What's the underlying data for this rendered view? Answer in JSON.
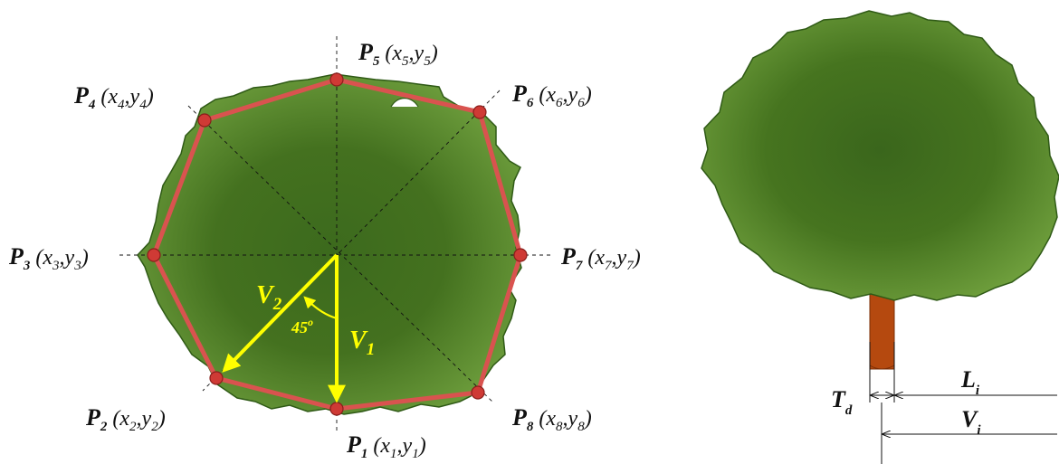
{
  "left_figure": {
    "points": [
      {
        "id": "p1",
        "name": "P",
        "sub": "1",
        "coord": "(x",
        "xs": "1",
        "sep": ",y",
        "ys": "1",
        "close": ")"
      },
      {
        "id": "p2",
        "name": "P",
        "sub": "2",
        "coord": "(x",
        "xs": "2",
        "sep": ",y",
        "ys": "2",
        "close": ")"
      },
      {
        "id": "p3",
        "name": "P",
        "sub": "3",
        "coord": "(x",
        "xs": "3",
        "sep": ",y",
        "ys": "3",
        "close": ")"
      },
      {
        "id": "p4",
        "name": "P",
        "sub": "4",
        "coord": "(x",
        "xs": "4",
        "sep": ",y",
        "ys": "4",
        "close": ")"
      },
      {
        "id": "p5",
        "name": "P",
        "sub": "5",
        "coord": "(x",
        "xs": "5",
        "sep": ",y",
        "ys": "5",
        "close": ")"
      },
      {
        "id": "p6",
        "name": "P",
        "sub": "6",
        "coord": "(x",
        "xs": "6",
        "sep": ",y",
        "ys": "6",
        "close": ")"
      },
      {
        "id": "p7",
        "name": "P",
        "sub": "7",
        "coord": "(x",
        "xs": "7",
        "sep": ",y",
        "ys": "7",
        "close": ")"
      },
      {
        "id": "p8",
        "name": "P",
        "sub": "8",
        "coord": "(x",
        "xs": "8",
        "sep": ",y",
        "ys": "8",
        "close": ")"
      }
    ],
    "vectors": {
      "v1": {
        "name": "V",
        "sub": "1"
      },
      "v2": {
        "name": "V",
        "sub": "2"
      },
      "angle": {
        "value": "45",
        "unit": "o"
      }
    }
  },
  "right_figure": {
    "trunk_diameter": {
      "name": "T",
      "sub": "d"
    },
    "crown_length": {
      "name": "L",
      "sub": "i"
    },
    "total_length": {
      "name": "V",
      "sub": "i"
    }
  },
  "colors": {
    "foliage_dark": "#3f6a1f",
    "foliage_light": "#6b9b3a",
    "polygon": "#d9534f",
    "vector": "#ffff00",
    "trunk": "#b5490f"
  }
}
